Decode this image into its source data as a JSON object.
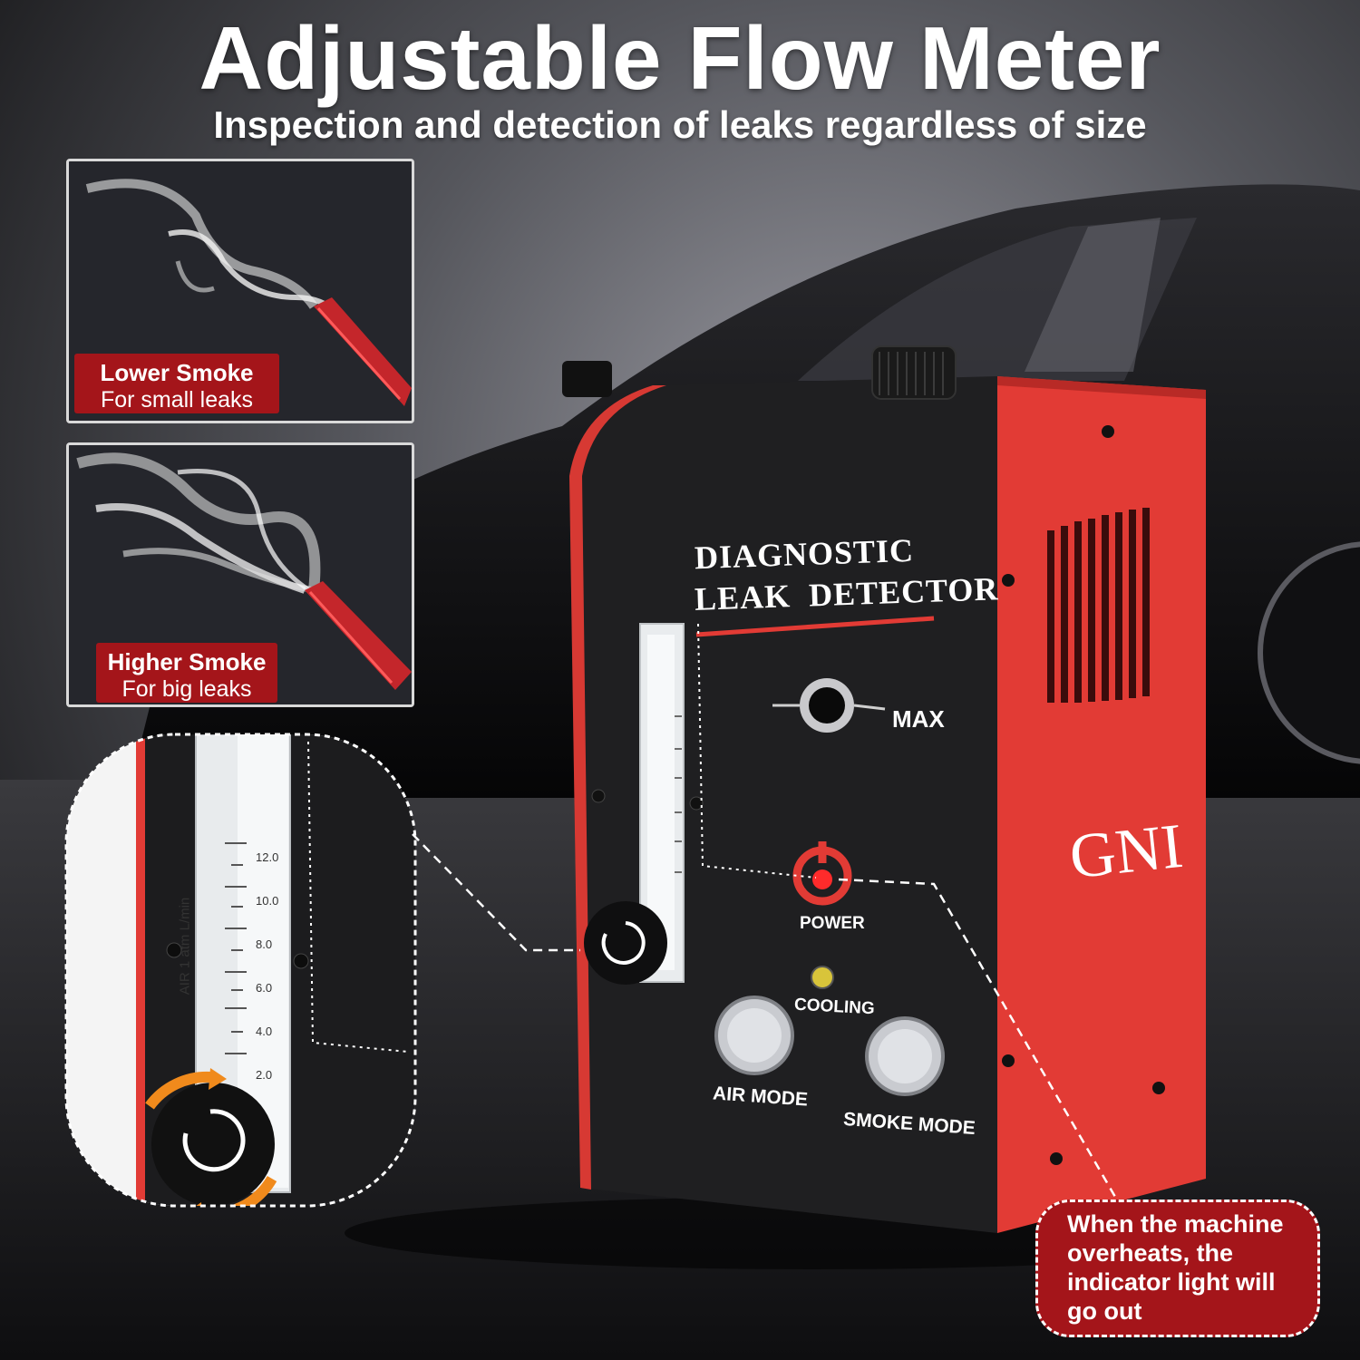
{
  "header": {
    "title": "Adjustable Flow Meter",
    "subtitle": "Inspection and detection of leaks regardless of size"
  },
  "panels": [
    {
      "line1": "Lower Smoke",
      "line2": "For small leaks"
    },
    {
      "line1": "Higher Smoke",
      "line2": "For big leaks"
    }
  ],
  "device": {
    "title_line1": "DIAGNOSTIC",
    "title_line2": "LEAK  DETECTOR",
    "max_label": "MAX",
    "power_label": "POWER",
    "cooling_label": "COOLING",
    "air_mode_label": "AIR MODE",
    "smoke_mode_label": "SMOKE MODE",
    "brand": "GNI",
    "flowmeter_unit": "AIR 1 atm L/min",
    "scale": [
      "12.0",
      "10.0",
      "8.0",
      "6.0",
      "4.0",
      "2.0"
    ]
  },
  "note": {
    "text": "When the machine overheats, the indicator light will go out"
  },
  "colors": {
    "accent_red": "#e23b35",
    "label_red": "#a4151a",
    "knob_orange": "#f08a1c"
  }
}
